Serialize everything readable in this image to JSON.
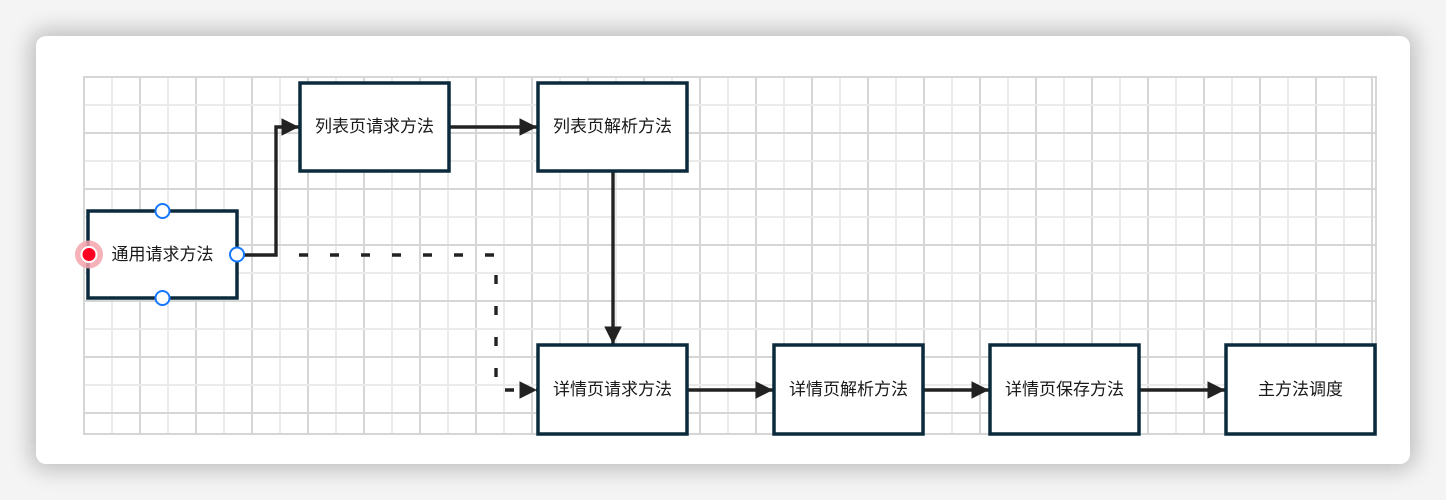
{
  "diagram": {
    "type": "flowchart",
    "colors": {
      "node_border": "#0b2b3d",
      "edge": "#222222",
      "grid_minor": "#ebebeb",
      "grid_major": "#d6d6d6",
      "anchor_stroke": "#1677ff",
      "active_anchor": "#ff0022",
      "active_anchor_halo": "#f6a3ad"
    },
    "nodes": [
      {
        "id": "common",
        "label": "通用请求方法",
        "selected": true
      },
      {
        "id": "list_req",
        "label": "列表页请求方法"
      },
      {
        "id": "list_parse",
        "label": "列表页解析方法"
      },
      {
        "id": "detail_req",
        "label": "详情页请求方法"
      },
      {
        "id": "detail_parse",
        "label": "详情页解析方法"
      },
      {
        "id": "detail_save",
        "label": "详情页保存方法"
      },
      {
        "id": "main",
        "label": "主方法调度"
      }
    ],
    "edges": [
      {
        "from": "common",
        "to": "list_req",
        "style": "solid"
      },
      {
        "from": "list_req",
        "to": "list_parse",
        "style": "solid"
      },
      {
        "from": "list_parse",
        "to": "detail_req",
        "style": "solid"
      },
      {
        "from": "common",
        "to": "detail_req",
        "style": "dashed"
      },
      {
        "from": "detail_req",
        "to": "detail_parse",
        "style": "solid"
      },
      {
        "from": "detail_parse",
        "to": "detail_save",
        "style": "solid"
      },
      {
        "from": "detail_save",
        "to": "main",
        "style": "solid"
      }
    ]
  }
}
